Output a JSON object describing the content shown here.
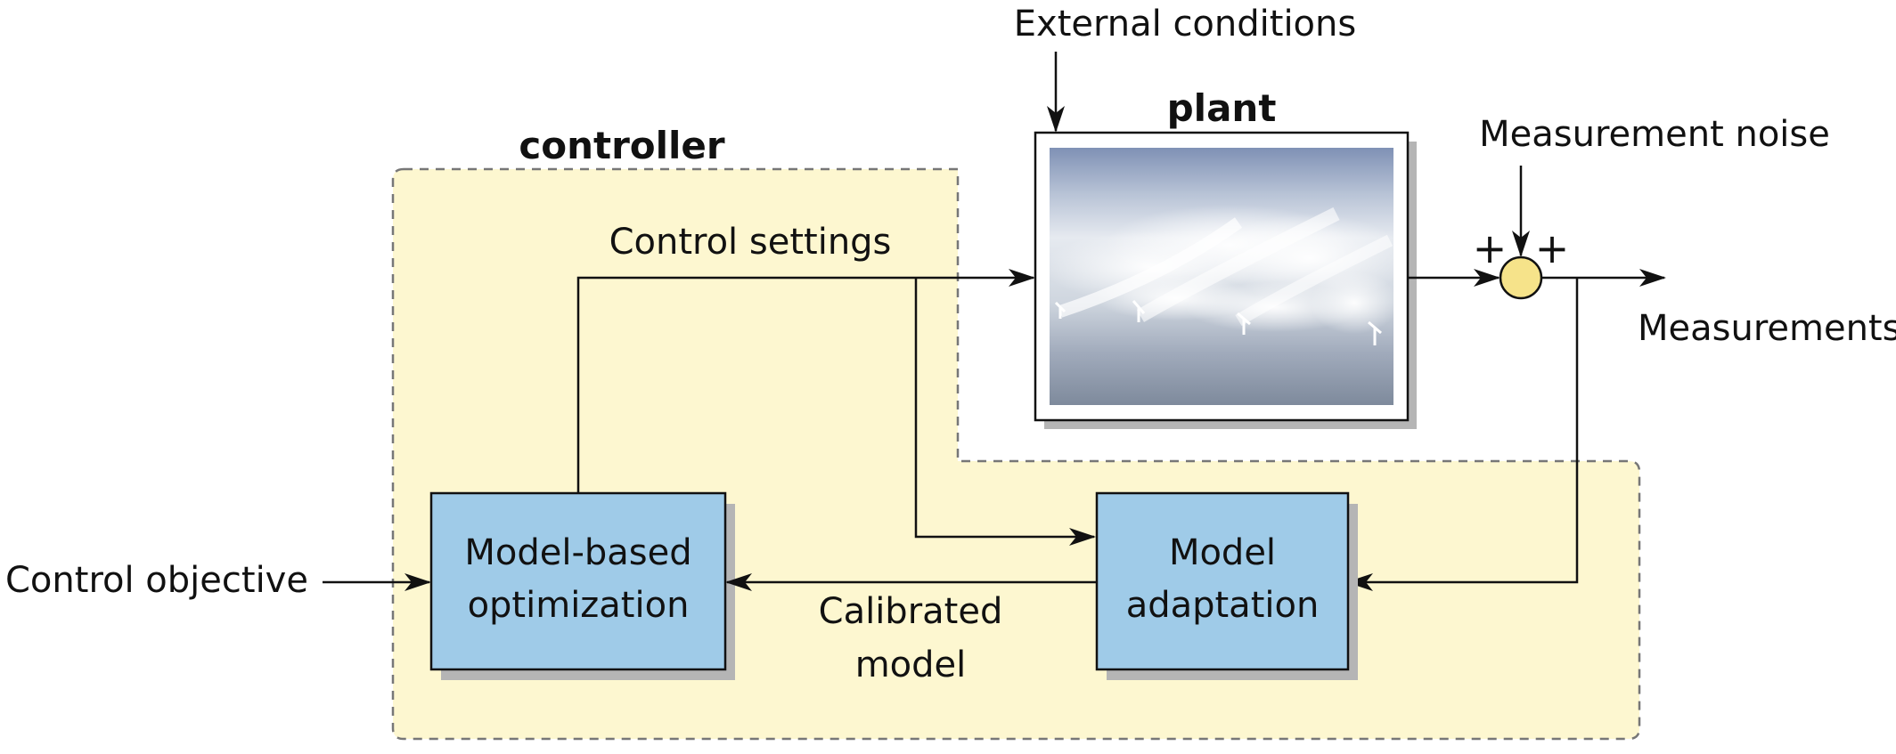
{
  "labels": {
    "external_conditions": "External conditions",
    "plant": "plant",
    "controller": "controller",
    "measurement_noise": "Measurement noise",
    "control_settings": "Control settings",
    "measurements": "Measurements",
    "control_objective": "Control objective",
    "calibrated_model_line1": "Calibrated",
    "calibrated_model_line2": "model",
    "plus_left": "+",
    "plus_right": "+"
  },
  "blocks": {
    "optimization": {
      "line1": "Model-based",
      "line2": "optimization"
    },
    "adaptation": {
      "line1": "Model",
      "line2": "adaptation"
    }
  },
  "colors": {
    "controller_fill": "#fdf7d0",
    "block_fill": "#9fcbe8",
    "summing_junction_fill": "#f6e38a",
    "block_shadow": "#b5b5b5",
    "line": "#111111"
  },
  "icons": {
    "plant_image": "wind-farm-wake-photo-icon"
  }
}
